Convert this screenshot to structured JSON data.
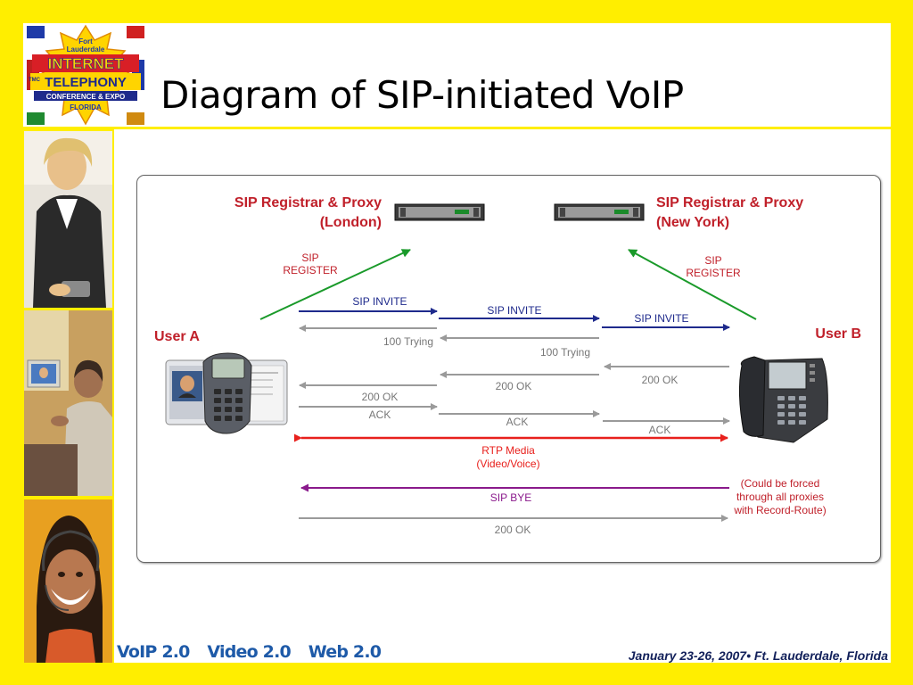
{
  "slide": {
    "title": "Diagram of SIP-initiated VoIP"
  },
  "logo": {
    "line1": "Fort",
    "line2": "Lauderdale",
    "line3": "INTERNET",
    "line4": "TELEPHONY",
    "line5": "CONFERENCE & EXPO",
    "line6": "FLORIDA",
    "badge": "TMC"
  },
  "diagram": {
    "registrar_london": [
      "SIP Registrar & Proxy",
      "(London)"
    ],
    "registrar_newyork": [
      "SIP Registrar & Proxy",
      "(New York)"
    ],
    "user_a": "User A",
    "user_b": "User B",
    "register_left": [
      "SIP",
      "REGISTER"
    ],
    "register_right": [
      "SIP",
      "REGISTER"
    ],
    "invite_1": "SIP INVITE",
    "invite_2": "SIP INVITE",
    "invite_3": "SIP INVITE",
    "trying_1": "100 Trying",
    "trying_2": "100 Trying",
    "ok_1": "200 OK",
    "ok_2": "200 OK",
    "ok_3": "200 OK",
    "ack_1": "ACK",
    "ack_2": "ACK",
    "ack_3": "ACK",
    "rtp": [
      "RTP Media",
      "(Video/Voice)"
    ],
    "bye": "SIP BYE",
    "ok_final": "200 OK",
    "note": [
      "(Could be forced",
      "through all proxies",
      "with Record-Route)"
    ]
  },
  "footer": {
    "tags": [
      "VoIP 2.0",
      "Video 2.0",
      "Web 2.0"
    ],
    "event": "January 23-26, 2007• Ft. Lauderdale, Florida"
  },
  "colors": {
    "frame": "#ffee00",
    "invite": "#1e2a8c",
    "register": "#1a9a2a",
    "rtp": "#e8201c",
    "bye": "#8a1a8c",
    "response": "#9a9a9a",
    "label_red": "#c0202a"
  }
}
